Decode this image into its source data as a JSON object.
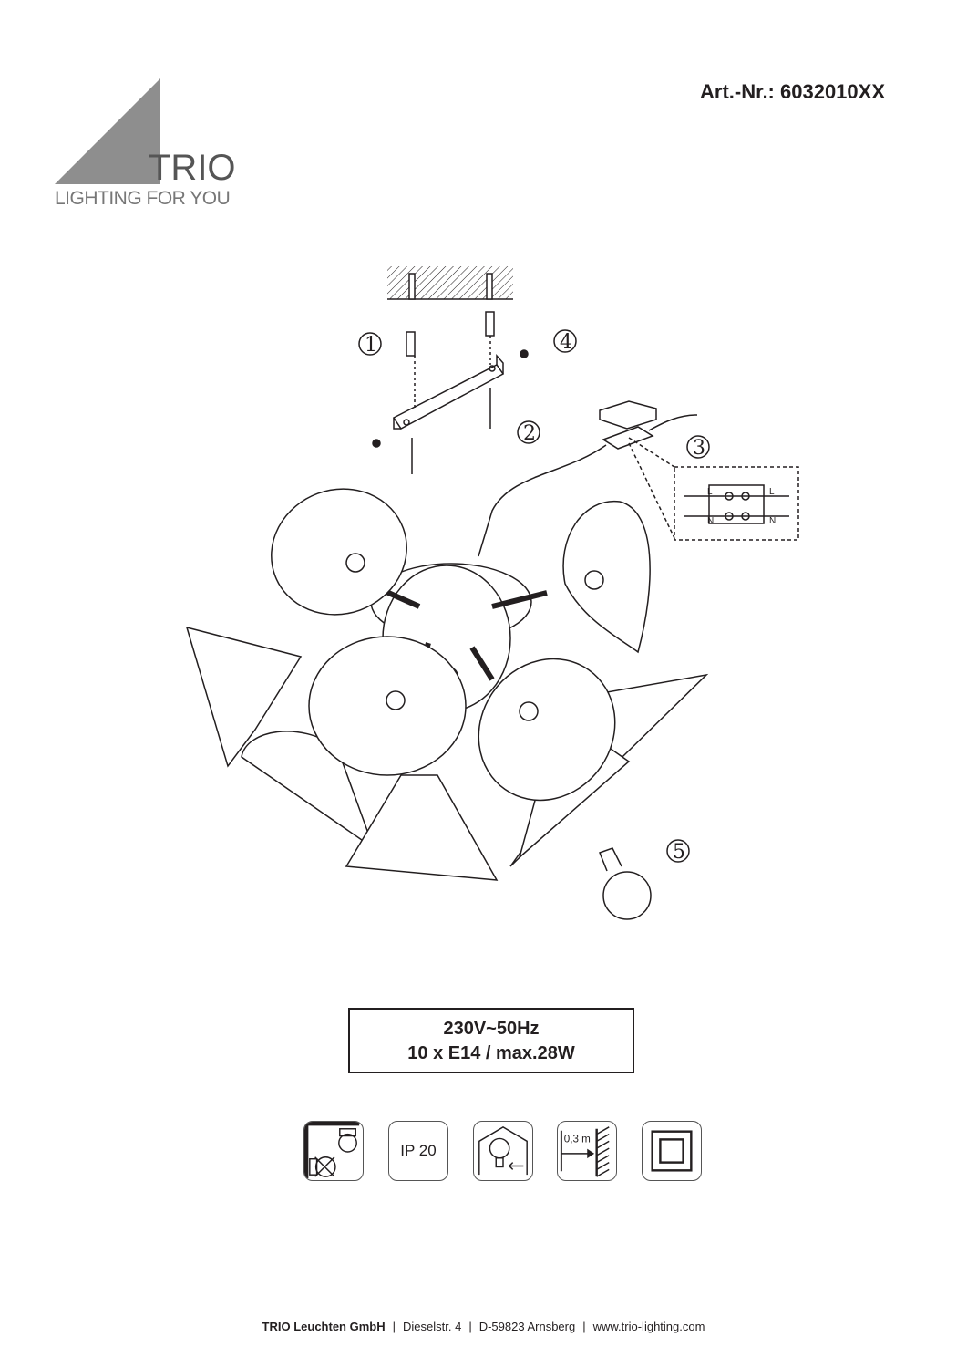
{
  "logo": {
    "name": "TRIO",
    "tagline": "LIGHTING FOR YOU"
  },
  "article_number": "Art.-Nr.: 6032010XX",
  "diagram": {
    "steps": [
      "1",
      "2",
      "3",
      "4",
      "5"
    ],
    "wiring_labels": {
      "live": "L",
      "neutral": "N"
    }
  },
  "specs": {
    "line1": "230V~50Hz",
    "line2": "10 x E14 / max.28W"
  },
  "icons": [
    {
      "name": "no-dimmer-icon"
    },
    {
      "name": "ip-rating-icon",
      "label": "IP 20"
    },
    {
      "name": "indoor-use-icon"
    },
    {
      "name": "min-distance-icon",
      "label": "0,3 m"
    },
    {
      "name": "protection-class-2-icon"
    }
  ],
  "footer": {
    "company": "TRIO Leuchten GmbH",
    "street": "Dieselstr. 4",
    "city": "D-59823 Arnsberg",
    "website": "www.trio-lighting.com",
    "separator": "|"
  }
}
